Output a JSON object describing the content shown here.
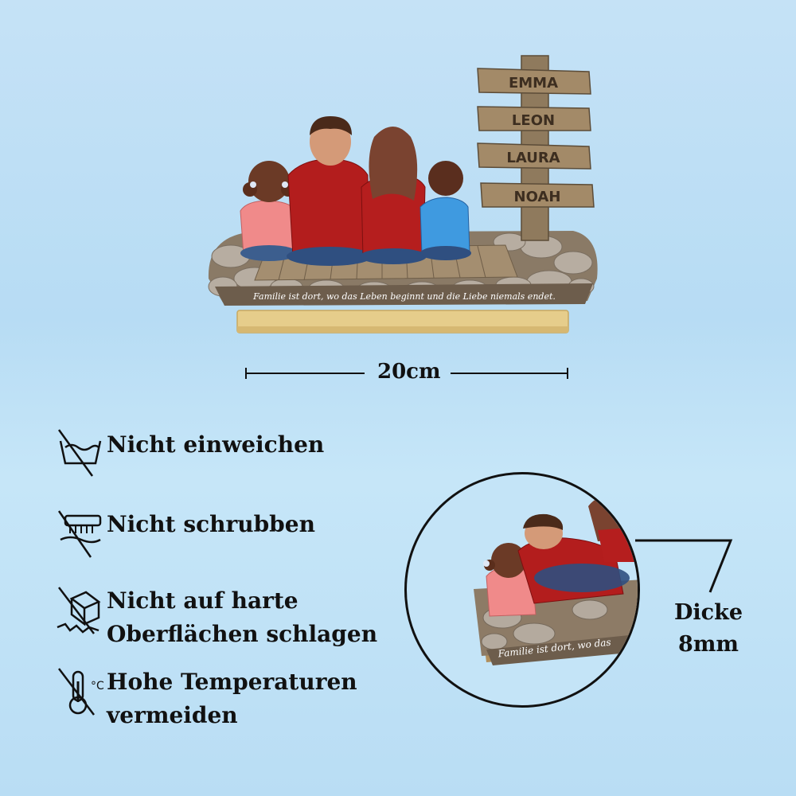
{
  "signpost": {
    "names": [
      "EMMA",
      "LEON",
      "LAURA",
      "NOAH"
    ]
  },
  "plaque": {
    "quote": "Familie ist dort, wo das Leben beginnt und die Liebe niemals endet.",
    "quote_zoomed": "Familie ist dort, wo das"
  },
  "dimension": {
    "width_label": "20cm"
  },
  "care": [
    {
      "icon": "no-soak-icon",
      "lines": [
        "Nicht einweichen"
      ]
    },
    {
      "icon": "no-scrub-icon",
      "lines": [
        "Nicht schrubben"
      ]
    },
    {
      "icon": "no-hard-surface-icon",
      "lines": [
        "Nicht auf harte",
        "Oberflächen schlagen"
      ]
    },
    {
      "icon": "no-high-temperature-icon",
      "lines": [
        "Hohe Temperaturen",
        "vermeiden"
      ]
    }
  ],
  "thickness": {
    "label": "Dicke",
    "value": "8mm"
  },
  "colors": {
    "background": "#c0e0f6",
    "shirt_red": "#b31d1d",
    "shirt_pink": "#f08a8a",
    "shirt_blue": "#3f9ae0",
    "wood": "#a88c66",
    "base_wood": "#e8cf8e"
  }
}
